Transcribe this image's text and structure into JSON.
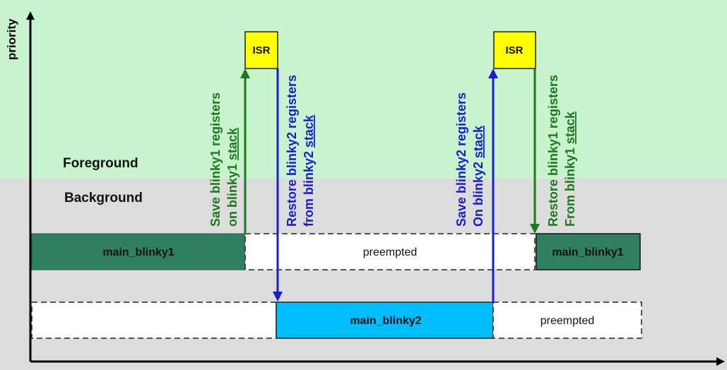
{
  "axis": {
    "y_label": "priority"
  },
  "zones": {
    "foreground": "Foreground",
    "background": "Background"
  },
  "tasks": {
    "main_blinky1_a": "main_blinky1",
    "preempted_1": "preempted",
    "main_blinky1_b": "main_blinky1",
    "main_blinky2": "main_blinky2",
    "preempted_2": "preempted"
  },
  "isr": {
    "label_1": "ISR",
    "label_2": "ISR"
  },
  "annotations": {
    "save1_line1": "Save blinky1 registers",
    "save1_line2_prefix": "on blinky1 ",
    "save1_line2_link": "stack",
    "restore2_line1": "Restore blinky2 registers",
    "restore2_line2_prefix": "from blinky2 ",
    "restore2_line2_link": "stack",
    "save2_line1": "Save blinky2 registers",
    "save2_line2_prefix": "On blinky2 ",
    "save2_line2_link": "stack",
    "restore1_line1": "Restore blinky1 registers",
    "restore1_line2_prefix": "From blinky1 ",
    "restore1_line2_link": "stack"
  },
  "colors": {
    "foreground_band": "#c8f3cc",
    "background_band": "#dcdcdc",
    "blinky1_box": "#2e8060",
    "blinky2_box": "#00bfff",
    "isr_box": "#ffff00",
    "save_arrow": "#1b7a1b",
    "restore_arrow": "#1a1ad6"
  }
}
